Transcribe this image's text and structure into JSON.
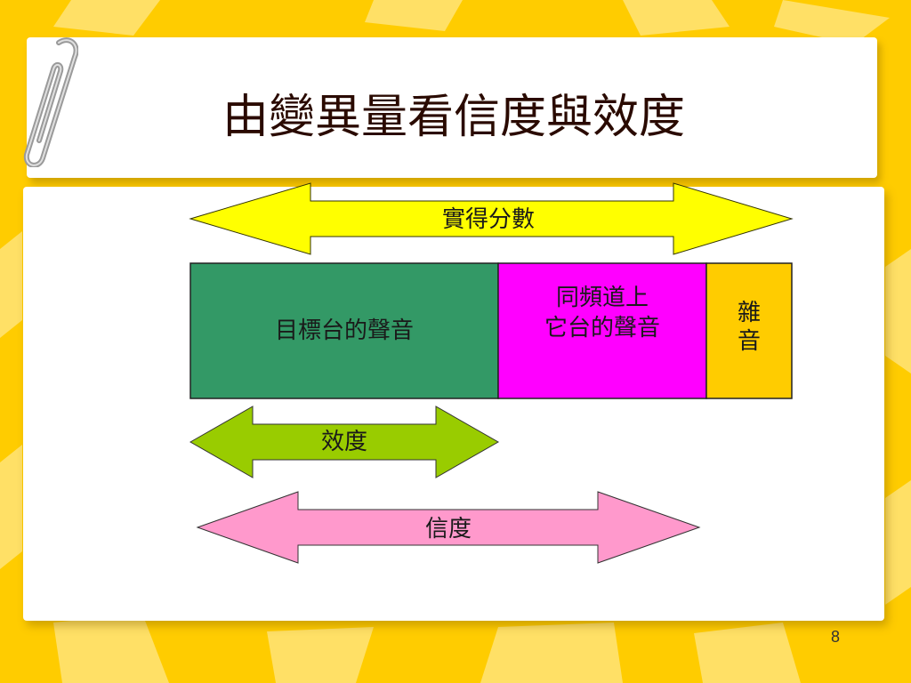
{
  "slide": {
    "title": "由變異量看信度與效度",
    "page_number": "8"
  },
  "diagram": {
    "top_arrow_label": "實得分數",
    "segments": [
      {
        "label": "目標台的聲音",
        "color": "#339966"
      },
      {
        "label_line1": "同頻道上",
        "label_line2": "它台的聲音",
        "color": "#FF00FF"
      },
      {
        "label_line1": "雜",
        "label_line2": "音",
        "color": "#FFCC00"
      }
    ],
    "validity_arrow_label": "效度",
    "reliability_arrow_label": "信度",
    "colors": {
      "top_arrow": "#FFFF00",
      "validity_arrow": "#99CC00",
      "reliability_arrow": "#FF99CC",
      "background": "#FFCC00"
    }
  }
}
